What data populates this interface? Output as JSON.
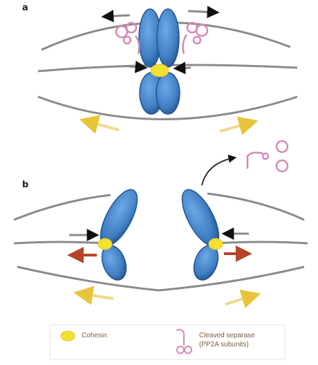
{
  "panels": {
    "a": {
      "label": "a"
    },
    "b": {
      "label": "b"
    }
  },
  "legend": {
    "cohesin_label": "Cohesin",
    "shugoshin_label_line1": "Cleaved separase",
    "shugoshin_label_line2": "(PP2A subunits)"
  },
  "colors": {
    "chromosome": "#3f7fc4",
    "chromosome_dark": "#24558f",
    "cohesin": "#f2e033",
    "protein_complex": "#d887b8",
    "spindle": "#8a8a8a",
    "black_arrow": "#111111",
    "red_arrow": "#b5442b",
    "yellow_arrow": "#e8c43a"
  },
  "icons": [
    "black-force-arrow-icon",
    "red-force-arrow-icon",
    "yellow-arrow-icon",
    "pp2a-complex-icon",
    "cohesin-icon"
  ]
}
